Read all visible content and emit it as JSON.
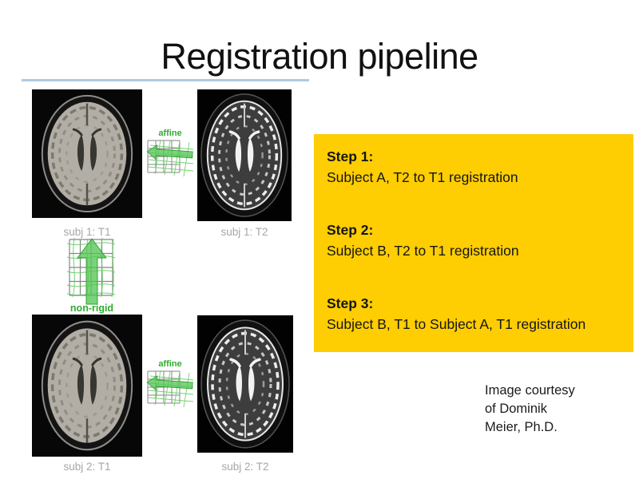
{
  "slide": {
    "title": "Registration pipeline",
    "background_color": "#ffffff",
    "underline_color": "#AFC9DE"
  },
  "pipeline": {
    "images": [
      {
        "label": "subj 1: T1",
        "modality": "T1"
      },
      {
        "label": "subj 1: T2",
        "modality": "T2"
      },
      {
        "label": "subj 2: T1",
        "modality": "T1"
      },
      {
        "label": "subj 2: T2",
        "modality": "T2"
      }
    ],
    "transforms": [
      {
        "label": "affine",
        "direction": "left"
      },
      {
        "label": "non-rigid",
        "direction": "up"
      },
      {
        "label": "affine",
        "direction": "left"
      }
    ],
    "accent_green": "#2fae2f",
    "grid_gray": "#858585",
    "label_gray": "#a6a6a6"
  },
  "steps_panel": {
    "background_color": "#FECD02",
    "steps": [
      {
        "heading": "Step 1:",
        "description": "Subject A, T2 to T1 registration"
      },
      {
        "heading": "Step 2:",
        "description": "Subject B, T2 to T1 registration"
      },
      {
        "heading": "Step 3:",
        "description": "Subject B, T1 to Subject A, T1 registration"
      }
    ]
  },
  "credit": {
    "lines": [
      "Image courtesy",
      "of Dominik",
      "Meier, Ph.D."
    ]
  }
}
